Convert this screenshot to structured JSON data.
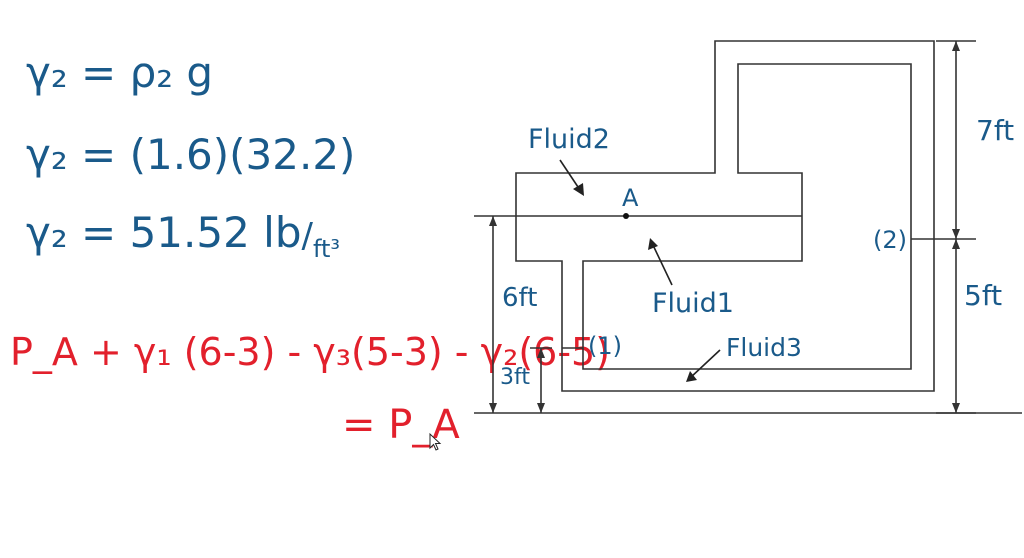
{
  "equations": {
    "line1": "γ₂ = ρ₂ g",
    "line2": "γ₂ = (1.6)(32.2)",
    "line3_value": "γ₂ = 51.52 lb",
    "line3_unit": "ft³",
    "line4": "P_A + γ₁ (6-3) - γ₃(5-3) - γ₂(6-5)",
    "line5": "= P_A"
  },
  "diagram": {
    "fluid2_label": "Fluid2",
    "fluid1_label": "Fluid1",
    "fluid3_label": "Fluid3",
    "point_a_label": "A",
    "point1_label": "(1)",
    "point2_label": "(2)",
    "dim_7ft": "7ft",
    "dim_5ft": "5ft",
    "dim_6ft": "6ft",
    "dim_3ft": "3ft"
  },
  "colors": {
    "ink_blue": "#1a5a8a",
    "ink_red": "#e2202c",
    "line_gray": "#333333"
  },
  "icons": {
    "cursor": "mouse-pointer-icon"
  }
}
